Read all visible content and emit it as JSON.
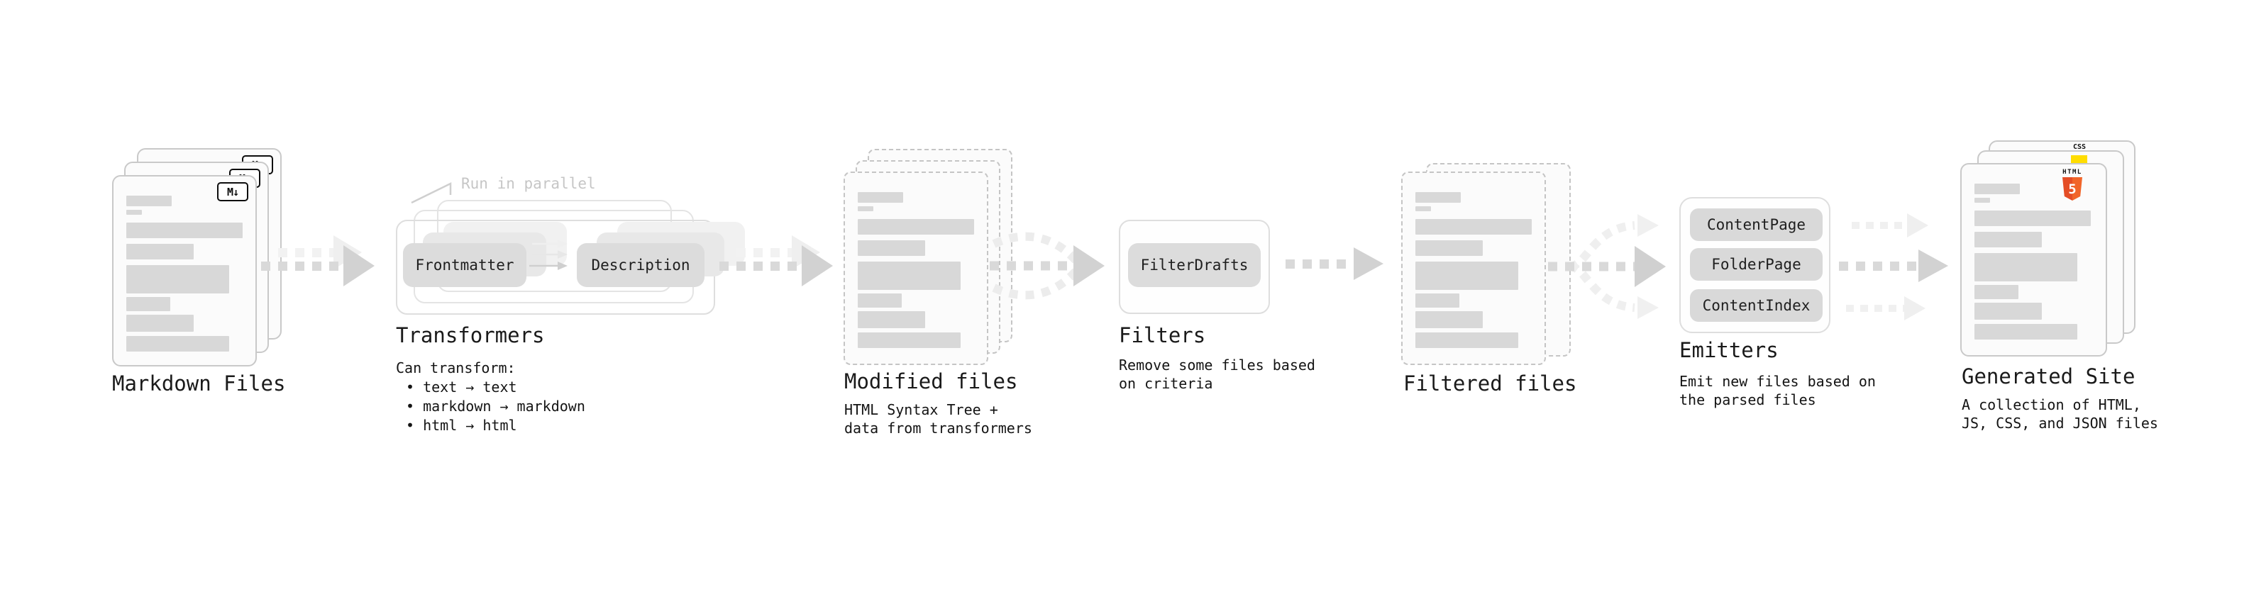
{
  "colors": {
    "html5_orange": "#e44d26",
    "js_yellow": "#ffdd00",
    "css_blue": "#2962ff"
  },
  "stages": {
    "markdown": {
      "title": "Markdown Files",
      "badge": "M↓"
    },
    "transformers": {
      "title": "Transformers",
      "annotation": "Run in parallel",
      "box_left": "Frontmatter",
      "box_right": "Description",
      "note_heading": "Can transform:",
      "bullets": [
        "• text → text",
        "• markdown → markdown",
        "• html → html"
      ]
    },
    "modified": {
      "title": "Modified files",
      "subtitle": [
        "HTML Syntax Tree +",
        "data from transformers"
      ]
    },
    "filters": {
      "title": "Filters",
      "box": "FilterDrafts",
      "subtitle": [
        "Remove some files based",
        "on criteria"
      ]
    },
    "filtered": {
      "title": "Filtered files"
    },
    "emitters": {
      "title": "Emitters",
      "boxes": [
        "ContentPage",
        "FolderPage",
        "ContentIndex"
      ],
      "subtitle": [
        "Emit new files based on",
        "the parsed files"
      ]
    },
    "generated": {
      "title": "Generated Site",
      "badge_css": "CSS",
      "badge_html": "HTML",
      "badge_html_number": "5",
      "subtitle": [
        "A collection of HTML,",
        "JS, CSS, and JSON files"
      ]
    }
  }
}
